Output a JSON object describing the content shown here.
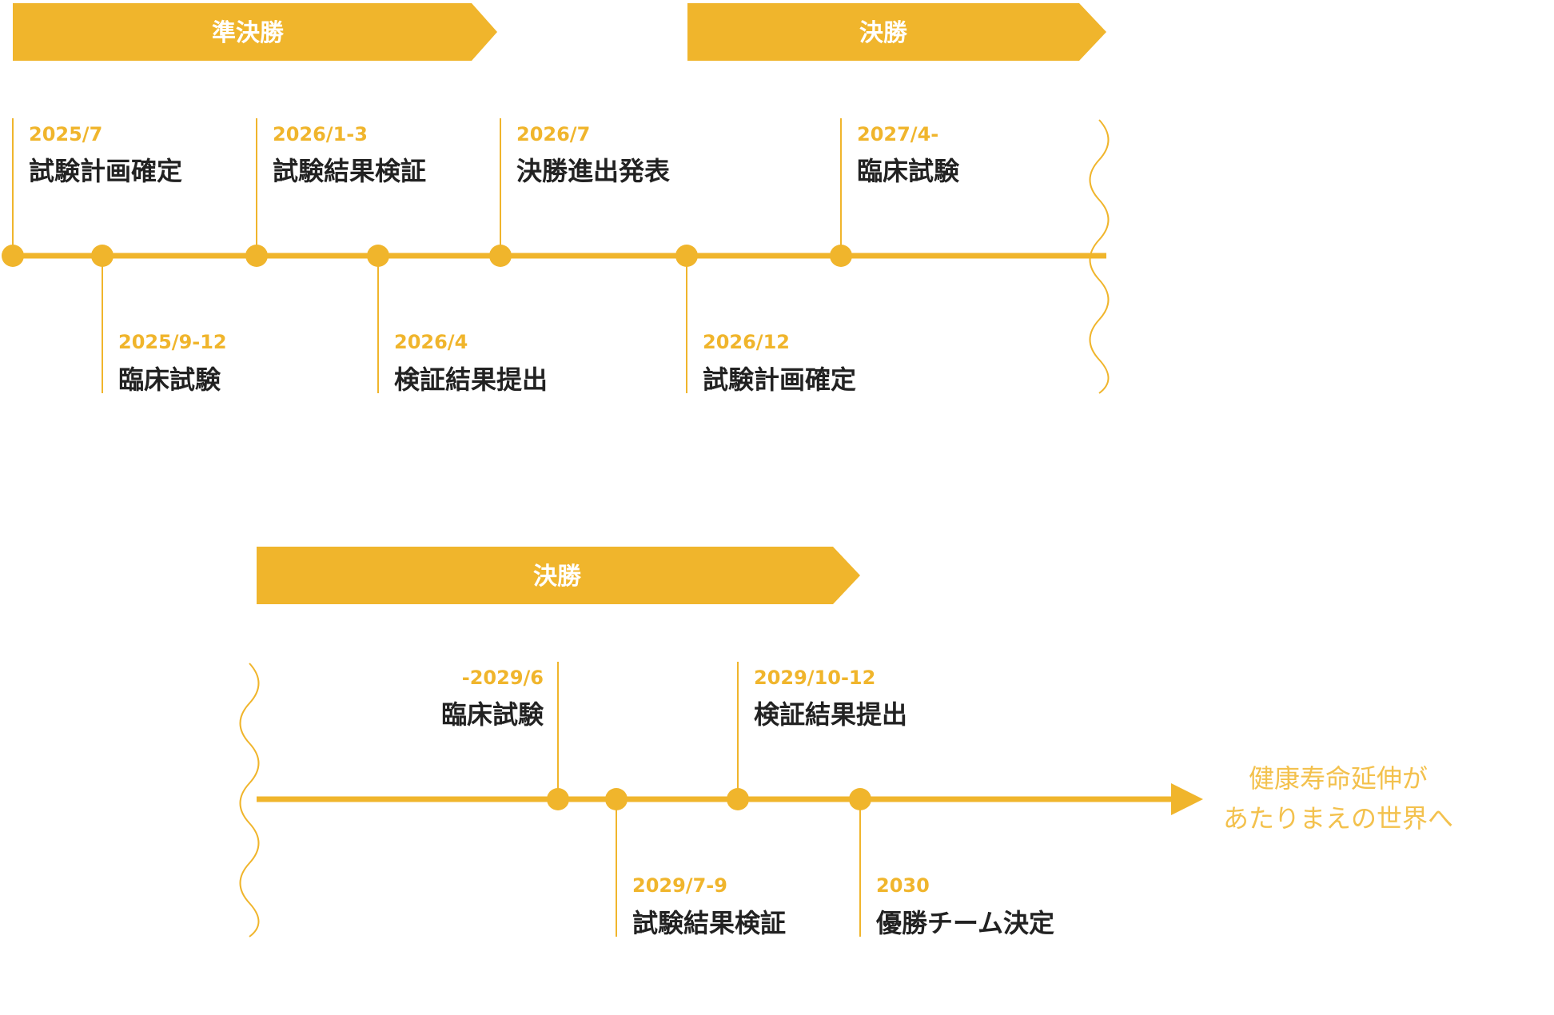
{
  "colors": {
    "accent": "#f0b52c",
    "text": "#222222",
    "goal": "#f3c14d",
    "background": "#ffffff"
  },
  "row1": {
    "phases": [
      {
        "label": "準決勝"
      },
      {
        "label": "決勝"
      }
    ],
    "events": [
      {
        "date": "2025/7",
        "title": "試験計画確定",
        "side": "above"
      },
      {
        "date": "2025/9-12",
        "title": "臨床試験",
        "side": "below"
      },
      {
        "date": "2026/1-3",
        "title": "試験結果検証",
        "side": "above"
      },
      {
        "date": "2026/4",
        "title": "検証結果提出",
        "side": "below"
      },
      {
        "date": "2026/7",
        "title": "決勝進出発表",
        "side": "above"
      },
      {
        "date": "2026/12",
        "title": "試験計画確定",
        "side": "below"
      },
      {
        "date": "2027/4-",
        "title": "臨床試験",
        "side": "above"
      }
    ]
  },
  "row2": {
    "phases": [
      {
        "label": "決勝"
      }
    ],
    "events": [
      {
        "date": "-2029/6",
        "title": "臨床試験",
        "side": "above"
      },
      {
        "date": "2029/7-9",
        "title": "試験結果検証",
        "side": "below"
      },
      {
        "date": "2029/10-12",
        "title": "検証結果提出",
        "side": "above"
      },
      {
        "date": "2030",
        "title": "優勝チーム決定",
        "side": "below"
      }
    ],
    "goal": {
      "line1": "健康寿命延伸が",
      "line2": "あたりまえの世界へ"
    }
  }
}
